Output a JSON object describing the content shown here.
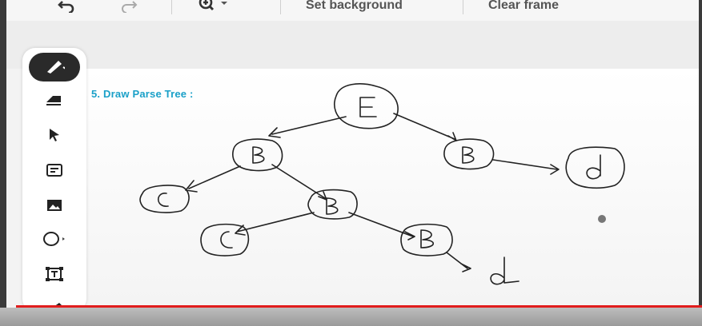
{
  "topbar": {
    "undo_icon": "undo-icon",
    "redo_icon": "redo-icon",
    "zoom_icon": "zoom-in-icon",
    "set_background_label": "Set background",
    "clear_frame_label": "Clear frame"
  },
  "toolbar": {
    "tools": [
      {
        "name": "pen-icon",
        "active": true
      },
      {
        "name": "eraser-icon"
      },
      {
        "name": "pointer-icon"
      },
      {
        "name": "sticky-note-icon"
      },
      {
        "name": "image-icon"
      },
      {
        "name": "shape-icon"
      },
      {
        "name": "text-box-icon"
      },
      {
        "name": "highlighter-icon"
      }
    ]
  },
  "whiteboard": {
    "title": "5. Draw Parse Tree :",
    "nodes": [
      "E",
      "B",
      "B",
      "d",
      "C",
      "B",
      "C",
      "B",
      "d"
    ]
  },
  "colors": {
    "title": "#1aa0c8",
    "progress": "#e11d1d",
    "active_tool": "#2a2a2a"
  }
}
